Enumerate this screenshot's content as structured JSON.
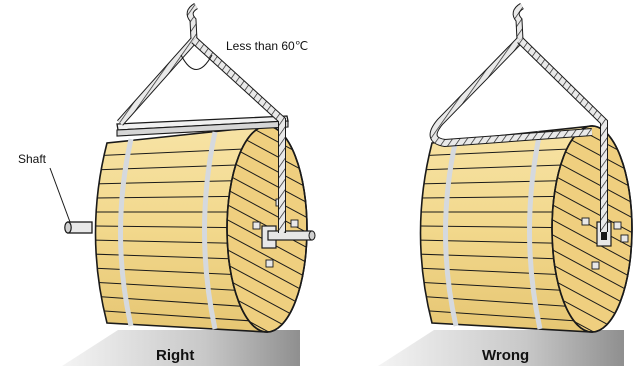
{
  "annotations": {
    "angle_label": "Less than 60℃",
    "shaft_label": "Shaft"
  },
  "captions": {
    "right": "Right",
    "wrong": "Wrong"
  },
  "colors": {
    "drum_wood": "#f3d98f",
    "drum_shade": "#e4c06a",
    "drum_end": "#efcf7f",
    "line": "#1a1a1a",
    "band": "#d9dde2",
    "rope": "#b9b9b9",
    "floor_light": "#f2f2f2",
    "floor_dark": "#9a9a9a"
  }
}
